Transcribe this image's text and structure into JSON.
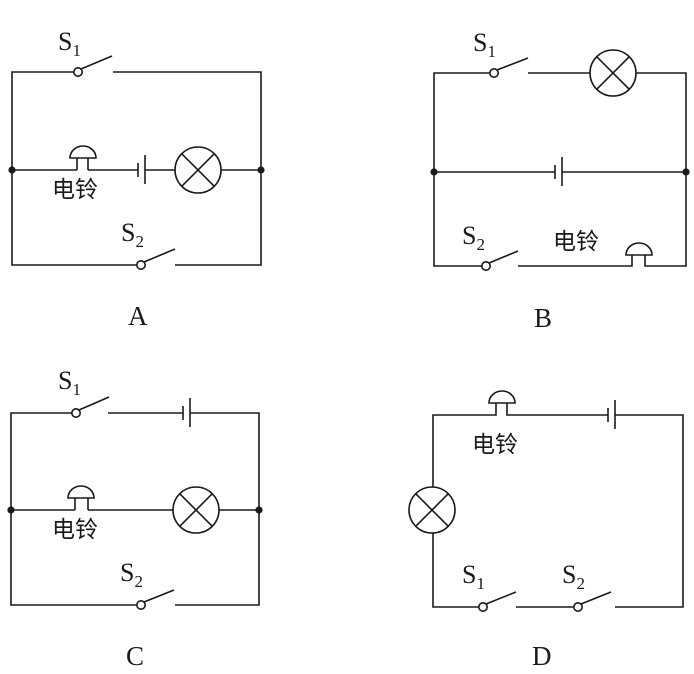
{
  "figure": {
    "description": "Four circuit diagrams with switches S1, S2, an electric bell, a battery and a lamp",
    "component_labels": {
      "switch_letter": "S",
      "switch1_sub": "1",
      "switch2_sub": "2",
      "bell": "电铃"
    },
    "circuits": [
      {
        "caption": "A",
        "components": [
          "S1",
          "S2",
          "bell",
          "battery",
          "lamp"
        ]
      },
      {
        "caption": "B",
        "components": [
          "S1",
          "S2",
          "bell",
          "battery",
          "lamp"
        ]
      },
      {
        "caption": "C",
        "components": [
          "S1",
          "S2",
          "bell",
          "battery",
          "lamp"
        ]
      },
      {
        "caption": "D",
        "components": [
          "S1",
          "S2",
          "bell",
          "battery",
          "lamp"
        ]
      }
    ]
  }
}
